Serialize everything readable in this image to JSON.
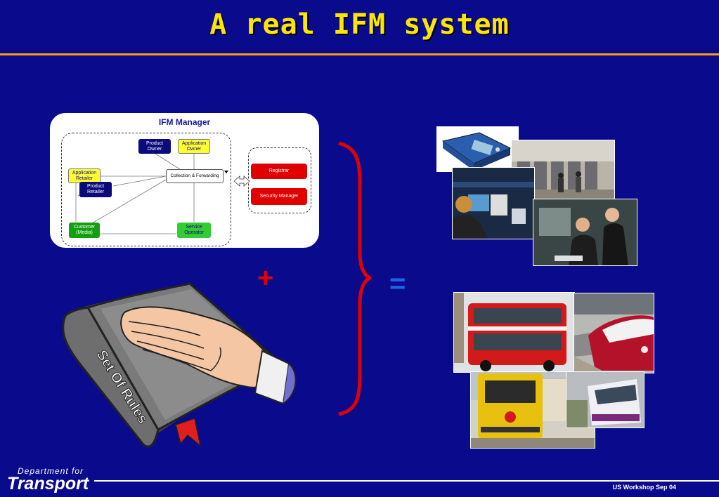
{
  "title": "A real IFM system",
  "diagram": {
    "title": "IFM Manager",
    "product_owner": "Product Owner",
    "application_owner": "Application Owner",
    "application_retailer": "Application Retailer",
    "product_retailer": "Product Retailer",
    "collection_forwarding": "Collection & Forwarding",
    "customer_media": "Customer (Media)",
    "service_operator": "Service Operator",
    "registrar": "Registrar",
    "security_manager": "Security Manager"
  },
  "book_label": "Set Of Rules",
  "plus": "+",
  "equals": "=",
  "footer": {
    "dept_line1": "Department for",
    "dept_line2": "Transport",
    "event": "US Workshop Sep 04"
  },
  "colors": {
    "background": "#0a0a8c",
    "title": "#ffe600",
    "rule": "#ff9a1a",
    "accent_red": "#e00000"
  }
}
